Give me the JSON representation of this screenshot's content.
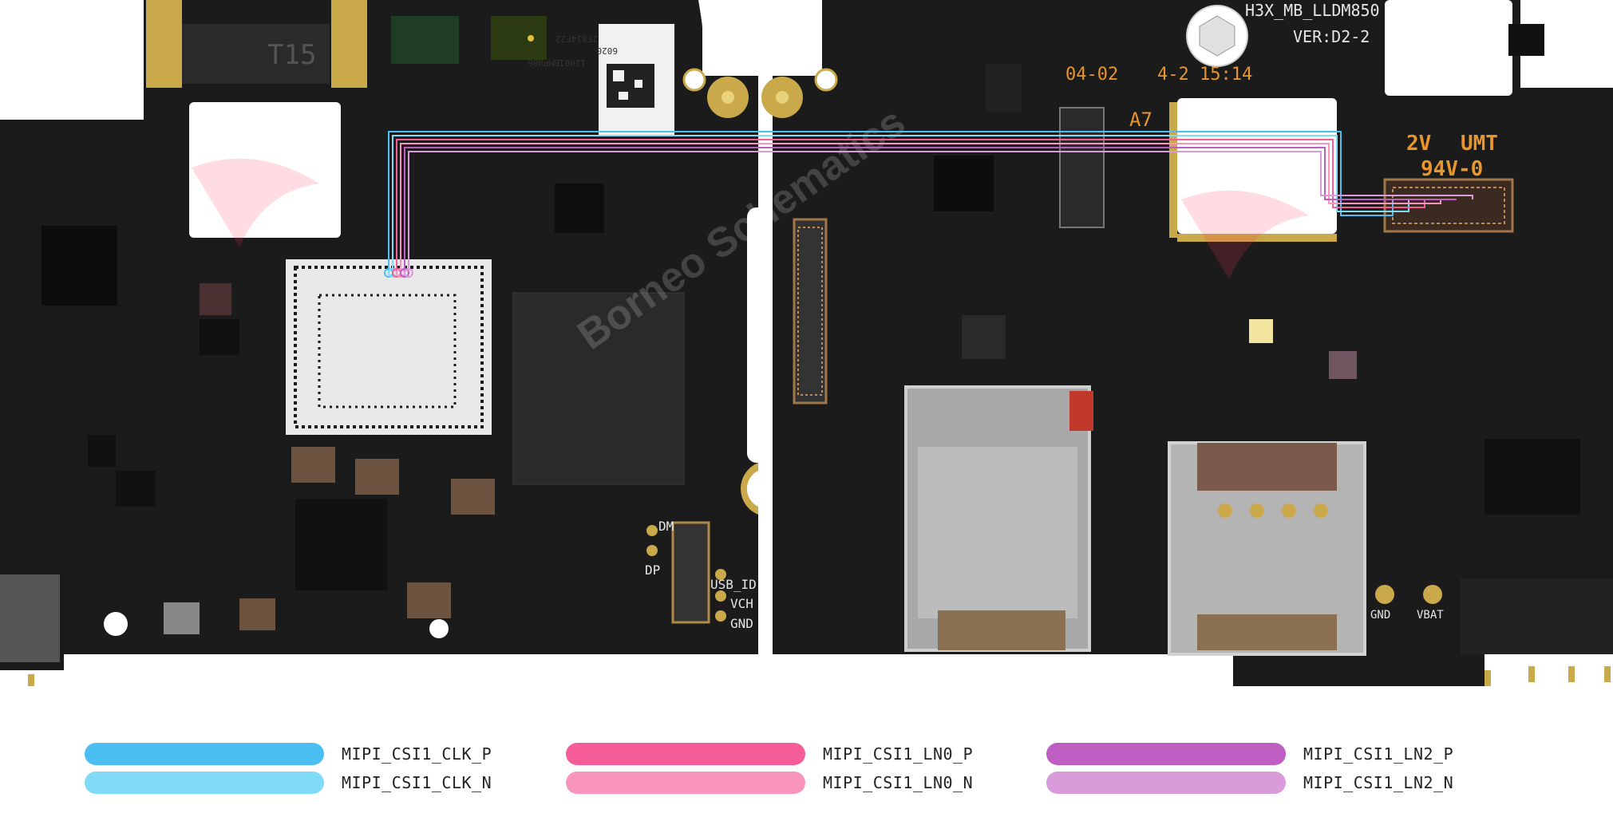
{
  "board": {
    "left_labels": {
      "part_code": "2F814F22",
      "part_code_2": "6020",
      "part_serial": "12001BMP006",
      "cell_label": "T15",
      "dp": "DP",
      "usb_id": "USB_ID",
      "vch": "VCH",
      "gnd": "GND",
      "dm": "DM"
    },
    "right_labels": {
      "model": "H3X_MB_LLDM850",
      "version": "VER:D2-2",
      "date_code": "04-02",
      "date_code_2": "4-2 15:14",
      "a7": "A7",
      "rating_1": "2V",
      "rating_2": "UMT",
      "rating_3": "94V-0",
      "gnd": "GND",
      "vbat": "VBAT"
    },
    "watermark": "Borneo Schematics",
    "colors": {
      "pcb": "#1b1b1b",
      "pcb_dark": "#101010",
      "gold": "#c9a94a",
      "silver": "#b9b9b9",
      "silk_orange": "#e8952c",
      "silk_white": "#e6e6e6"
    }
  },
  "legend": {
    "items": [
      {
        "label": "MIPI_CSI1_CLK_P",
        "color": "#4bbff2"
      },
      {
        "label": "MIPI_CSI1_CLK_N",
        "color": "#7fdaf5"
      },
      {
        "label": "MIPI_CSI1_LN0_P",
        "color": "#f55d98"
      },
      {
        "label": "MIPI_CSI1_LN0_N",
        "color": "#f995bd"
      },
      {
        "label": "MIPI_CSI1_LN2_P",
        "color": "#be5ec2"
      },
      {
        "label": "MIPI_CSI1_LN2_N",
        "color": "#d99bd9"
      }
    ]
  }
}
